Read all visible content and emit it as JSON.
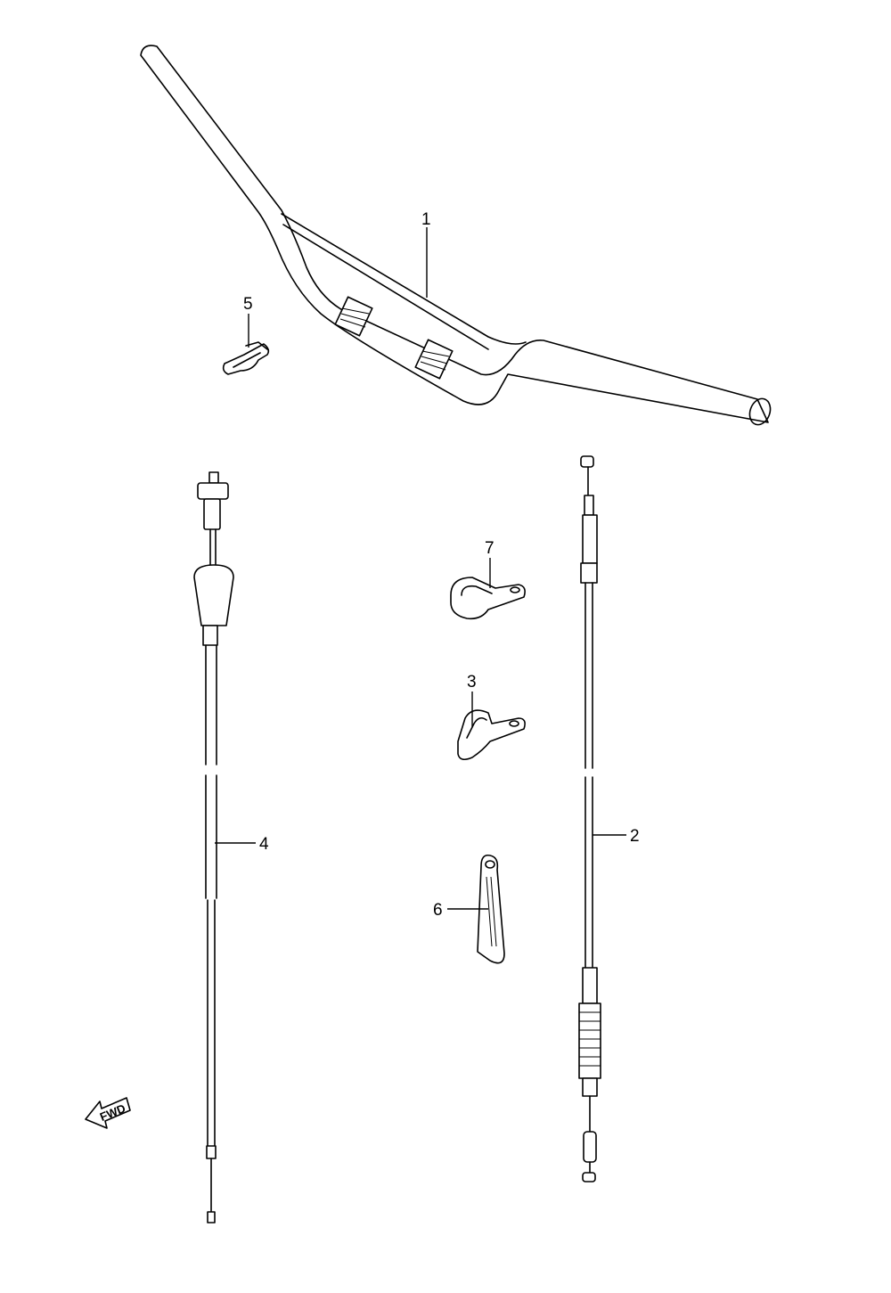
{
  "callouts": [
    {
      "id": "1",
      "label": "1"
    },
    {
      "id": "2",
      "label": "2"
    },
    {
      "id": "3",
      "label": "3"
    },
    {
      "id": "4",
      "label": "4"
    },
    {
      "id": "5",
      "label": "5"
    },
    {
      "id": "6",
      "label": "6"
    },
    {
      "id": "7",
      "label": "7"
    }
  ],
  "fwd_label": "FWD",
  "colors": {
    "line": "#000000",
    "background": "#ffffff"
  }
}
